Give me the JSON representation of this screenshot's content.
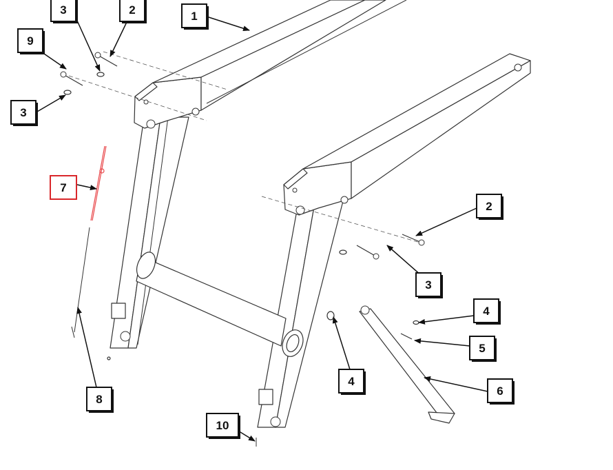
{
  "diagram": {
    "highlight_color": "#d9262a",
    "callouts": [
      {
        "id": "c1",
        "label": "1"
      },
      {
        "id": "c2a",
        "label": "2"
      },
      {
        "id": "c3a",
        "label": "3"
      },
      {
        "id": "c9",
        "label": "9"
      },
      {
        "id": "c3b",
        "label": "3"
      },
      {
        "id": "c7",
        "label": "7",
        "highlighted": true
      },
      {
        "id": "c2b",
        "label": "2"
      },
      {
        "id": "c3c",
        "label": "3"
      },
      {
        "id": "c4a",
        "label": "4"
      },
      {
        "id": "c5",
        "label": "5"
      },
      {
        "id": "c6",
        "label": "6"
      },
      {
        "id": "c4b",
        "label": "4"
      },
      {
        "id": "c8",
        "label": "8"
      },
      {
        "id": "c10",
        "label": "10"
      }
    ]
  }
}
